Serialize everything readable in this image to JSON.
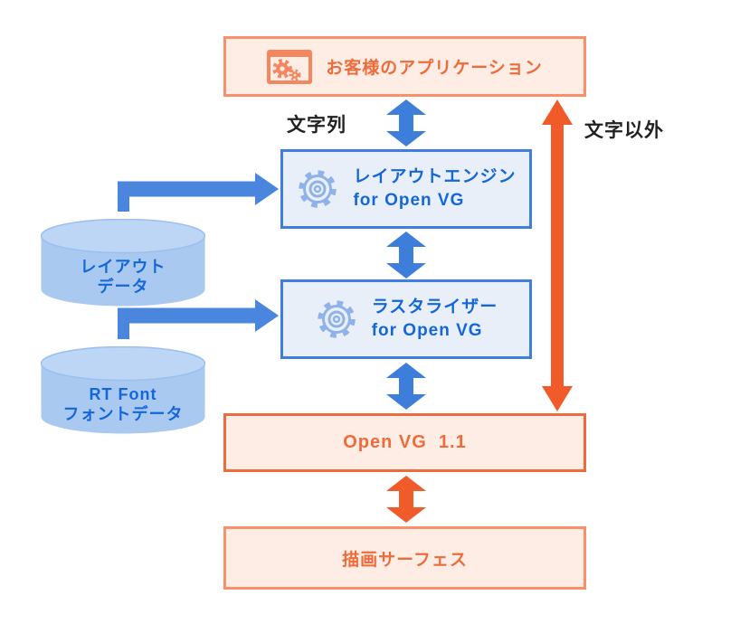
{
  "diagram": {
    "title_hint": "OpenVG text rendering architecture",
    "app_box": {
      "label": "お客様のアプリケーション"
    },
    "flow_labels": {
      "text_flow": "文字列",
      "non_text_flow": "文字以外"
    },
    "layout_engine_box": {
      "line1": "レイアウトエンジン",
      "line2": "for Open VG"
    },
    "rasterizer_box": {
      "line1": "ラスタライザー",
      "line2": "for Open VG"
    },
    "openvg_box": {
      "label": "Open VG  1.1"
    },
    "surface_box": {
      "label": "描画サーフェス"
    },
    "layout_data_cylinder": {
      "line1": "レイアウト",
      "line2": "データ"
    },
    "font_data_cylinder": {
      "line1": "RT Font",
      "line2": "フォントデータ"
    },
    "icons": {
      "app_icon": "window-gears-icon",
      "engine_icon": "gear-icon",
      "arrows": [
        "blue-double-arrow",
        "orange-double-arrow",
        "blue-elbow-arrow",
        "orange-long-double-arrow"
      ]
    },
    "colors": {
      "blue_arrow": "#3D7EDB",
      "blue_border": "#3F7FDB",
      "blue_fill": "#E9EFF9",
      "blue_text": "#1567D9",
      "cylinder_body": "#A9C9F1",
      "cylinder_top": "#BDD6F6",
      "orange_arrow": "#F15A29",
      "salmon_border": "#F8906A",
      "orange_border_deep": "#EE6B3D",
      "orange_fill": "#FDEDE5",
      "orange_text": "#EE6C3C",
      "label_text": "#222222"
    }
  }
}
